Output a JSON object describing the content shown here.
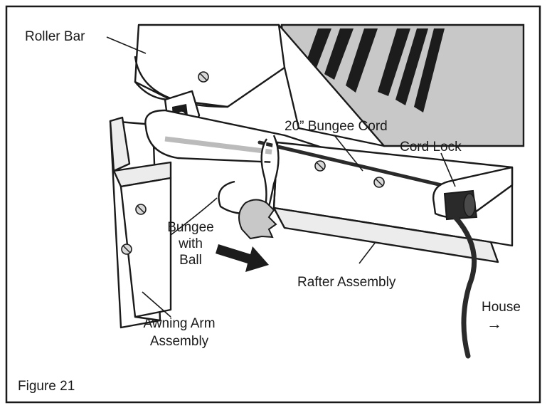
{
  "figure": {
    "caption": "Figure 21",
    "labels": {
      "roller_bar": "Roller Bar",
      "bungee_cord": "20” Bungee Cord",
      "cord_lock": "Cord Lock",
      "bungee_with_ball_line1": "Bungee",
      "bungee_with_ball_line2": "with",
      "bungee_with_ball_line3": "Ball",
      "rafter_assembly": "Rafter Assembly",
      "house": "House",
      "house_arrow": "→",
      "awning_arm_line1": "Awning Arm",
      "awning_arm_line2": "Assembly"
    }
  },
  "colors": {
    "outline": "#1a1a1a",
    "fabric_gray": "#c8c8c8",
    "stripe_dark": "#1c1c1c",
    "part_white": "#ffffff",
    "shade_light": "#ececec",
    "cord_dark": "#2a2a2a"
  },
  "icons": {
    "screw": "screw-icon",
    "direction": "arrow-right-icon"
  }
}
